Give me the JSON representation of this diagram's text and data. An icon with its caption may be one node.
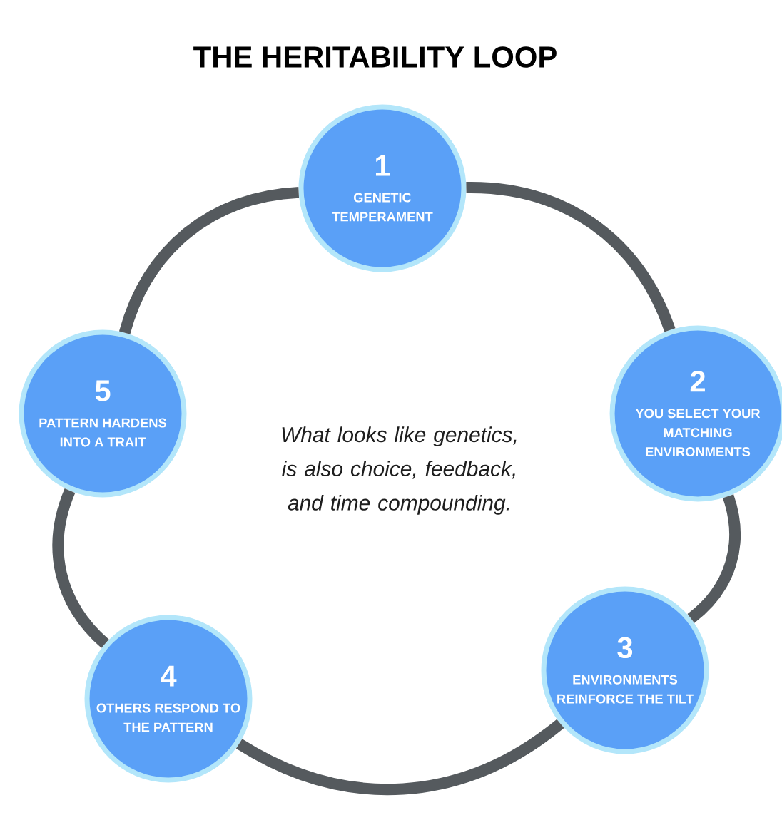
{
  "diagram": {
    "title": "THE HERITABILITY LOOP",
    "nodes": [
      {
        "text": [
          "1",
          "GENETIC TEMPERAMENT"
        ]
      },
      {
        "text": [
          "2",
          "YOU SELECT YOUR MATCHING ENVIRONMENTS"
        ]
      },
      {
        "text": [
          "3",
          "ENVIRONMENTS REINFORCE THE TILT"
        ]
      },
      {
        "text": [
          "4",
          "OTHERS RESPOND TO THE PATTERN"
        ]
      },
      {
        "text": [
          "5",
          "PATTERN HARDENS INTO A TRAIT"
        ]
      }
    ],
    "edges": [
      {
        "from": 0,
        "to": 1,
        "arrow": "none"
      },
      {
        "from": 1,
        "to": 2,
        "arrow": "none"
      },
      {
        "from": 2,
        "to": 3,
        "arrow": "none"
      },
      {
        "from": 3,
        "to": 4,
        "arrow": "none"
      },
      {
        "from": 4,
        "to": 0,
        "arrow": "none"
      }
    ],
    "labels": [
      "What looks like genetics, is also choice, feedback, and time compounding."
    ]
  }
}
